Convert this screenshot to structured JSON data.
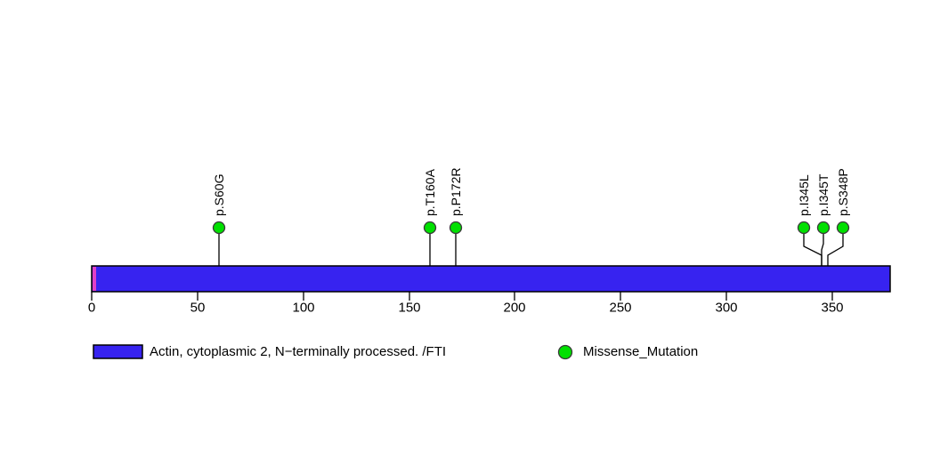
{
  "chart_data": {
    "type": "lollipop",
    "title": "",
    "xlabel": "",
    "ylabel": "",
    "xlim": [
      0,
      377
    ],
    "grid": false,
    "axis": {
      "ticks": [
        0,
        50,
        100,
        150,
        200,
        250,
        300,
        350
      ],
      "tick_labels": [
        "0",
        "50",
        "100",
        "150",
        "200",
        "250",
        "300",
        "350"
      ]
    },
    "protein": {
      "length": 377,
      "domain_label": "Actin, cytoplasmic 2, N-terminally processed. /FTI",
      "domain_color": "#3723F0",
      "domain_start": 0,
      "domain_end": 377,
      "tip_color": "#E040C8",
      "tip_start": 0,
      "tip_end": 2
    },
    "mutations": [
      {
        "label": "p.S60G",
        "position": 60,
        "count": 1,
        "type": "Missense_Mutation",
        "color": "#00E000",
        "stem_x": 60,
        "head_x": 60
      },
      {
        "label": "p.T160A",
        "position": 160,
        "count": 1,
        "type": "Missense_Mutation",
        "color": "#00E000",
        "stem_x": 160,
        "head_x": 160
      },
      {
        "label": "p.P172R",
        "position": 172,
        "count": 1,
        "type": "Missense_Mutation",
        "color": "#00E000",
        "stem_x": 172,
        "head_x": 172
      },
      {
        "label": "p.I345L",
        "position": 345,
        "count": 1,
        "type": "Missense_Mutation",
        "color": "#00E000",
        "stem_x": 345,
        "head_x": 337
      },
      {
        "label": "p.I345T",
        "position": 345,
        "count": 1,
        "type": "Missense_Mutation",
        "color": "#00E000",
        "stem_x": 345,
        "head_x": 346
      },
      {
        "label": "p.S348P",
        "position": 348,
        "count": 1,
        "type": "Missense_Mutation",
        "color": "#00E000",
        "stem_x": 348,
        "head_x": 355
      }
    ],
    "legend": {
      "position": "bottom",
      "entries": [
        {
          "marker": "rect",
          "label": "Actin, cytoplasmic 2, N-terminally processed. /FTI",
          "color": "#3723F0"
        },
        {
          "marker": "circle",
          "label": "Missense_Mutation",
          "color": "#00E000"
        }
      ]
    }
  },
  "legend": {
    "domain_text": "Actin, cytoplasmic 2, N−terminally processed. /FTI",
    "mutation_text": "Missense_Mutation"
  },
  "labels": {
    "m0": "p.S60G",
    "m1": "p.T160A",
    "m2": "p.P172R",
    "m3": "p.I345L",
    "m4": "p.I345T",
    "m5": "p.S348P"
  },
  "ticks": {
    "t0": "0",
    "t1": "50",
    "t2": "100",
    "t3": "150",
    "t4": "200",
    "t5": "250",
    "t6": "300",
    "t7": "350"
  },
  "colors": {
    "domain": "#3723F0",
    "domain_border": "#000000",
    "mutation": "#00E000",
    "mutation_border": "#3A3A3A",
    "tip": "#E040C8",
    "stem": "#000000",
    "text": "#000000",
    "background": "#FFFFFF"
  }
}
